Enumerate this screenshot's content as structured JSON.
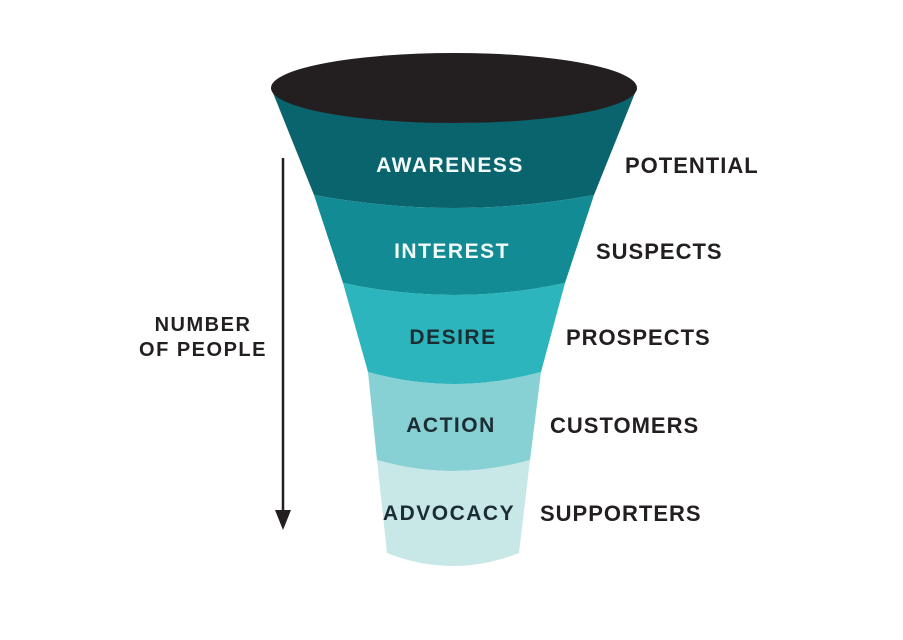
{
  "colors": {
    "background": "#ffffff",
    "ink": "#231f20"
  },
  "funnel": {
    "top_color": "#231f20",
    "stages": [
      {
        "label": "AWARENESS",
        "audience": "POTENTIAL",
        "color": "#0a646d",
        "label_color": "#f2fafa"
      },
      {
        "label": "INTEREST",
        "audience": "SUSPECTS",
        "color": "#128b94",
        "label_color": "#f2fafa"
      },
      {
        "label": "DESIRE",
        "audience": "PROSPECTS",
        "color": "#2cb5bc",
        "label_color": "#1b2d33"
      },
      {
        "label": "ACTION",
        "audience": "CUSTOMERS",
        "color": "#87d0d3",
        "label_color": "#1b2d33"
      },
      {
        "label": "ADVOCACY",
        "audience": "SUPPORTERS",
        "color": "#c8e8e8",
        "label_color": "#1b2d33"
      }
    ]
  },
  "axis": {
    "line1": "NUMBER",
    "line2": "OF PEOPLE",
    "direction": "down"
  }
}
